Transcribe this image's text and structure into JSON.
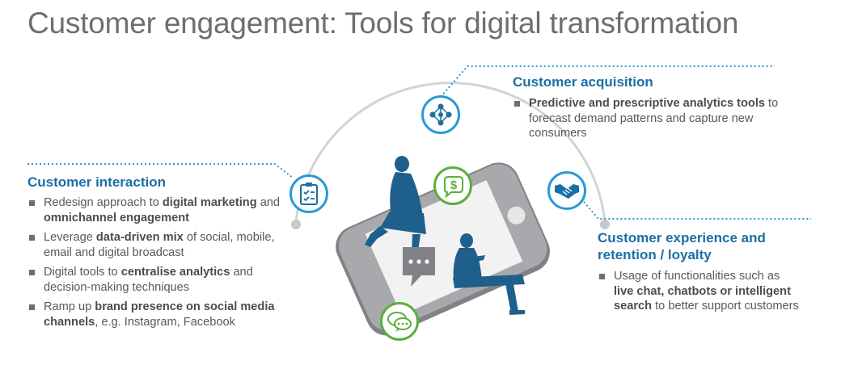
{
  "title": "Customer engagement: Tools for digital transformation",
  "colors": {
    "heading": "#1a6fa5",
    "ring_blue": "#2a9ad6",
    "ring_green": "#5aae3a",
    "phone": "#9b9da0",
    "figure": "#1f5f8b",
    "text": "#58595b"
  },
  "acquisition": {
    "heading": "Customer acquisition",
    "items": [
      [
        {
          "b": "Predictive and prescriptive analytics tools"
        },
        {
          "t": " to forecast demand patterns and capture new consumers"
        }
      ]
    ]
  },
  "interaction": {
    "heading": "Customer interaction",
    "items": [
      [
        {
          "t": "Redesign approach to "
        },
        {
          "b": "digital marketing"
        },
        {
          "t": " and "
        },
        {
          "b": "omnichannel engagement"
        }
      ],
      [
        {
          "t": "Leverage "
        },
        {
          "b": "data-driven mix"
        },
        {
          "t": " of social, mobile, email and digital broadcast"
        }
      ],
      [
        {
          "t": "Digital tools to "
        },
        {
          "b": "centralise analytics"
        },
        {
          "t": " and decision-making techniques"
        }
      ],
      [
        {
          "t": "Ramp up "
        },
        {
          "b": "brand presence on social media channels"
        },
        {
          "t": ", e.g. Instagram, Facebook"
        }
      ]
    ]
  },
  "experience": {
    "heading_line1": "Customer experience and",
    "heading_line2": "retention / loyalty",
    "items": [
      [
        {
          "t": "Usage of functionalities such as "
        },
        {
          "b": "live chat, chatbots or intelligent search"
        },
        {
          "t": " to better support customers"
        }
      ]
    ]
  },
  "icons": [
    "network-icon",
    "clipboard-checklist-icon",
    "handshake-icon",
    "dollar-chat-icon",
    "chat-bubble-icon",
    "speech-bubbles-icon"
  ]
}
